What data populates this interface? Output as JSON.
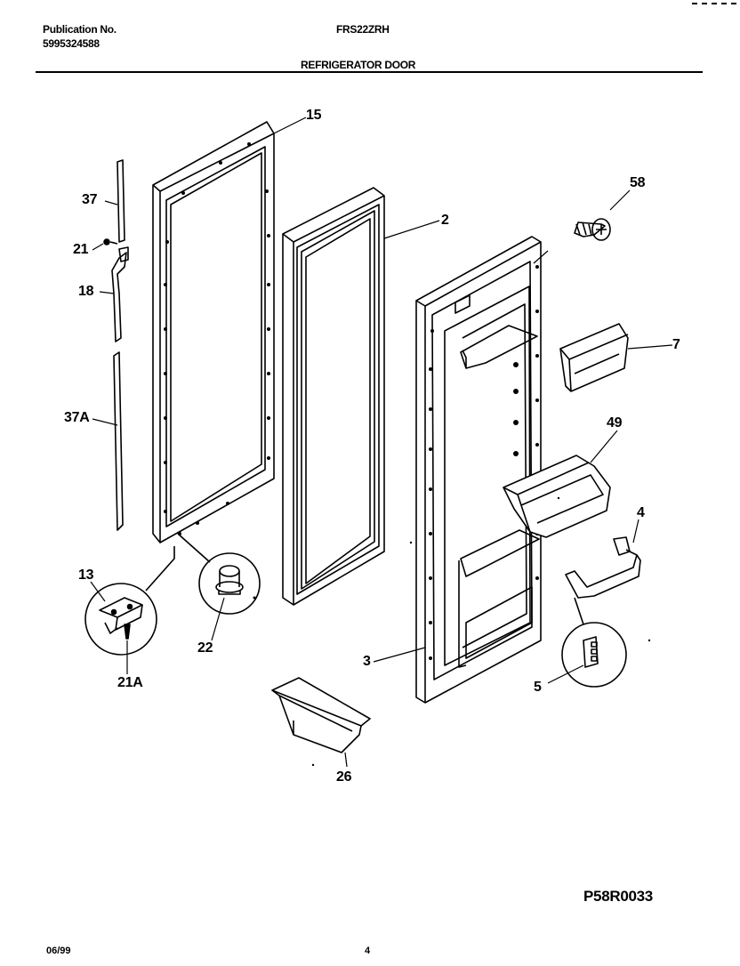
{
  "header": {
    "publication_label": "Publication No.",
    "publication_number": "5995324588",
    "model": "FRS22ZRH",
    "section_title": "REFRIGERATOR DOOR"
  },
  "parts": {
    "p15": "15",
    "p37": "37",
    "p21": "21",
    "p18": "18",
    "p37a": "37A",
    "p2": "2",
    "p58": "58",
    "p7": "7",
    "p49": "49",
    "p4": "4",
    "p13": "13",
    "p22": "22",
    "p21a": "21A",
    "p3": "3",
    "p5": "5",
    "p26": "26"
  },
  "diagram_code": "P58R0033",
  "footer": {
    "date": "06/99",
    "page": "4"
  }
}
